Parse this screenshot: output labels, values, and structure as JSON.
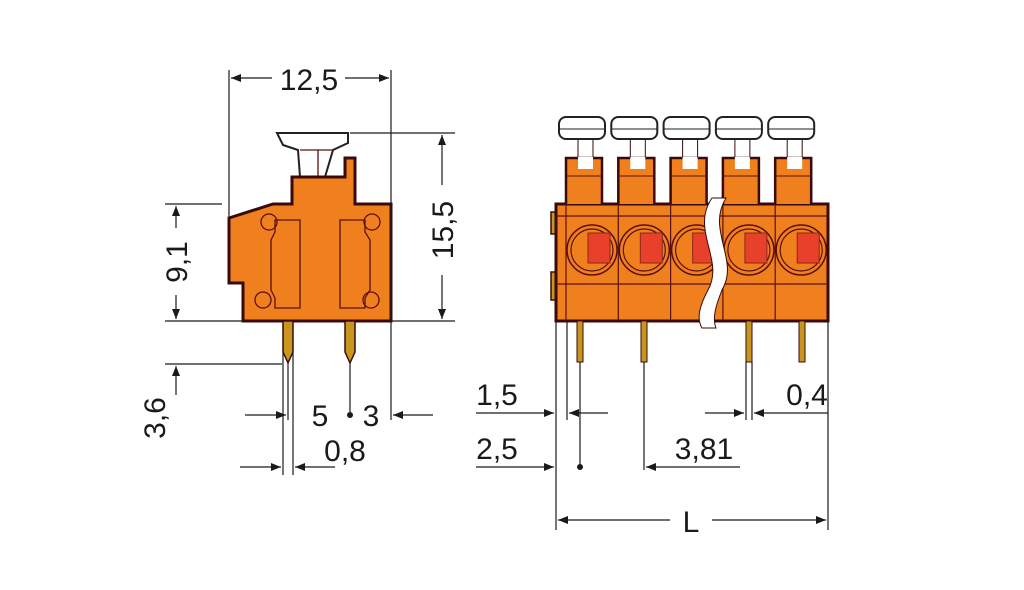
{
  "title": "Terminal block dimension drawing",
  "side_view": {
    "width_label": "12,5",
    "height_label": "15,5",
    "body_height_label": "9,1",
    "pin_length_label": "3,6",
    "pitch_label_a": "5",
    "pitch_label_b": "3",
    "pin_width_label": "0,8"
  },
  "front_view": {
    "offset_label_a": "1,5",
    "offset_label_b": "2,5",
    "pitch_label": "3,81",
    "pin_width_label": "0,4",
    "length_label": "L",
    "pole_count_visible": 5
  },
  "colors": {
    "housing": "#f07f1e",
    "indicator": "#e8402a",
    "pin": "#c8961e"
  }
}
